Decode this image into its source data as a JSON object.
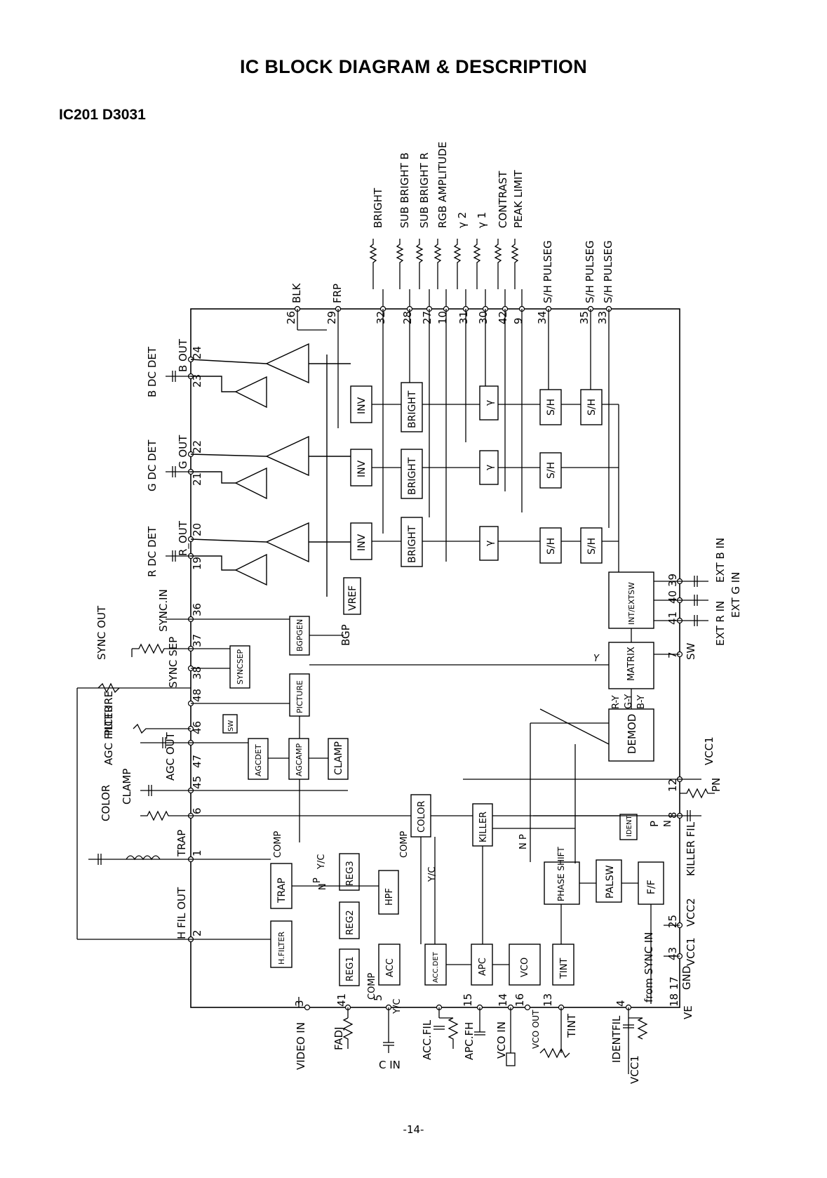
{
  "page": {
    "title": "IC BLOCK DIAGRAM & DESCRIPTION",
    "ic_label": "IC201 D3031",
    "page_number": "-14-"
  },
  "blocks": {
    "inv": "INV",
    "bright": "BRIGHT",
    "gamma": "γ",
    "sh": "S/H",
    "vref": "VREF",
    "int_ext_sw": "INT/EXTSW",
    "matrix": "MATRIX",
    "demod": "DEMOD",
    "bgpgen": "BGPGEN",
    "syncsep": "SYNCSEP",
    "picture": "PICTURE",
    "sw": "SW",
    "agcdet": "AGCDET",
    "agcamp": "AGCAMP",
    "clamp": "CLAMP",
    "color": "COLOR",
    "killer": "KILLER",
    "ident": "IDENT",
    "trap": "TRAP",
    "reg3": "REG3",
    "reg2": "REG2",
    "reg1": "REG1",
    "hpf": "HPF",
    "phase_shift": "PHASE SHIFT",
    "pal_sw": "PALSW",
    "ff": "F/F",
    "h_filter": "H.FILTER",
    "acc": "ACC",
    "acc_det": "ACC.DET",
    "apc": "APC",
    "vco": "VCO",
    "tint": "TINT"
  },
  "top_labels": {
    "bright": "BRIGHT",
    "sub_bright_b": "SUB  BRIGHT  B",
    "sub_bright_r": "SUB  BRIGHT  R",
    "rgb_amplitude": "RGB AMPLITUDE",
    "gamma2": "γ 2",
    "gamma1": "γ 1",
    "contrast": "CONTRAST",
    "peak_limit": "PEAK LIMIT",
    "sh_pulse_1": "S/H PULSEG",
    "sh_pulse_2": "S/H PULSEG",
    "sh_pulse_3": "S/H PULSEG",
    "blk": "BLK",
    "frp": "FRP"
  },
  "top_pins": [
    "26",
    "29",
    "32",
    "28",
    "27",
    "10",
    "31",
    "30",
    "42",
    "9",
    "34",
    "35",
    "33"
  ],
  "left_pins": [
    "24",
    "23",
    "22",
    "21",
    "20",
    "19",
    "36",
    "37",
    "38",
    "48",
    "46",
    "47",
    "45",
    "6",
    "1",
    "2"
  ],
  "left_labels": {
    "b_out": "B OUT",
    "b_dc_det": "B DC DET",
    "g_out": "G OUT",
    "g_dc_det": "G DC DET",
    "r_out": "R_OUT",
    "r_dc_det": "R DC DET",
    "sync_in": "SYNC.IN",
    "sync_out": "SYNC OUT",
    "sync_sep": "SYNC SEP",
    "picture": "PICTURE",
    "agc_filter": "AGC FILTER",
    "agc_out": "AGC OUT",
    "clamp": "CLAMP",
    "color": "COLOR",
    "trap": "TRAP",
    "h_fil_out": "H FIL OUT",
    "bgp": "BGP"
  },
  "bottom_pins": [
    "3",
    "41",
    "5",
    "15",
    "14",
    "16",
    "13",
    "4",
    "18",
    "17"
  ],
  "bottom_labels": {
    "video_in": "VIDEO IN",
    "fadj": "FADJ",
    "c_in": "C IN",
    "comp_yc": "COMP",
    "yc": "Y/C",
    "acc_fil": "ACC.FIL",
    "apc_fh": "APC.FH",
    "vco_in": "VCO IN",
    "vco_out": "VCO OUT",
    "tint": "TINT",
    "identfil": "IDENTFIL",
    "vcc1": "VCC1",
    "from_sync_in": "from SYNC IN",
    "gnd": "GND",
    "ve": "VE"
  },
  "right_pins": [
    "40",
    "39",
    "41",
    "7",
    "12",
    "8",
    "25",
    "43"
  ],
  "right_labels": {
    "ext_b_in": "EXT B IN",
    "ext_g_in": "EXT G IN",
    "ext_r_in": "EXT R IN",
    "sw": "SW",
    "vcc1_top": "VCC1",
    "pn": "PN",
    "killer_fil": "KILLER FIL",
    "vcc2": "VCC2",
    "vcc1": "VCC1",
    "p": "P",
    "n": "N",
    "r_y": "R-Y",
    "g_y": "G-Y",
    "b_y": "B-Y",
    "y": "Y"
  },
  "internal_labels": {
    "comp": "COMP",
    "yc": "Y/C",
    "n": "N",
    "p": "P"
  }
}
